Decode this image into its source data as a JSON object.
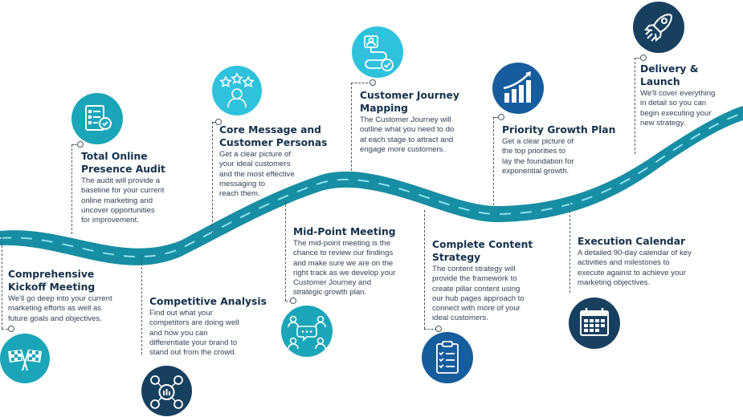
{
  "colors": {
    "road": "#178ea3",
    "road_dash": "#8fe0ee",
    "heading": "#13304a",
    "text": "#334155",
    "teal": "#1aa6b8",
    "cyan": "#2fc2dc",
    "navy": "#17405f",
    "blue": "#155d9c"
  },
  "stages": [
    {
      "title": "Comprehensive\nKickoff Meeting",
      "desc": "We'll go deep into your current\nmarketing efforts as well as\nfuture goals and objectives.",
      "icon": "checkered-flags-icon"
    },
    {
      "title": "Total Online\nPresence Audit",
      "desc": "The audit will provide a\nbaseline for your current\nonline marketing and\nuncover opportunities\nfor improvement.",
      "icon": "audit-checklist-icon"
    },
    {
      "title": "Competitive Analysis",
      "desc": "Find out what your\ncompetitors are doing well\nand how you can\ndifferentiate your brand to\nstand out from the crowd.",
      "icon": "competitor-network-icon"
    },
    {
      "title": "Core Message and\nCustomer Personas",
      "desc": "Get a clear picture of\nyour ideal customers\nand the most effective\nmessaging to\nreach them.",
      "icon": "customer-rating-icon"
    },
    {
      "title": "Mid-Point Meeting",
      "desc": "The mid-point meeting is the\nchance to review our findings\nand make sure we are on the\nright track as we develop your\nCustomer Journey and\nstrategic growth plan.",
      "icon": "meeting-group-icon"
    },
    {
      "title": "Customer Journey\nMapping",
      "desc": "The Customer Journey will\noutline what you need to do\nat each stage to attract and\nengage more customers.",
      "icon": "journey-path-icon"
    },
    {
      "title": "Complete Content\nStrategy",
      "desc": "The content strategy will\nprovide the framework to\ncreate pillar content using\nour hub pages approach to\nconnect with more of your\nideal customers.",
      "icon": "clipboard-checklist-icon"
    },
    {
      "title": "Priority Growth Plan",
      "desc": "Get a clear picture of\nthe top priorities to\nlay the foundation for\nexponential growth.",
      "icon": "growth-chart-icon"
    },
    {
      "title": "Execution Calendar",
      "desc": "A detailed 90-day calendar of key\nactivities and milestones to\nexecute against to achieve your\nmarketing objectives.",
      "icon": "calendar-icon"
    },
    {
      "title": "Delivery & Launch",
      "desc": "We'll cover everything\nin detail so you can\nbegin executing your\nnew strategy.",
      "icon": "rocket-icon"
    }
  ]
}
